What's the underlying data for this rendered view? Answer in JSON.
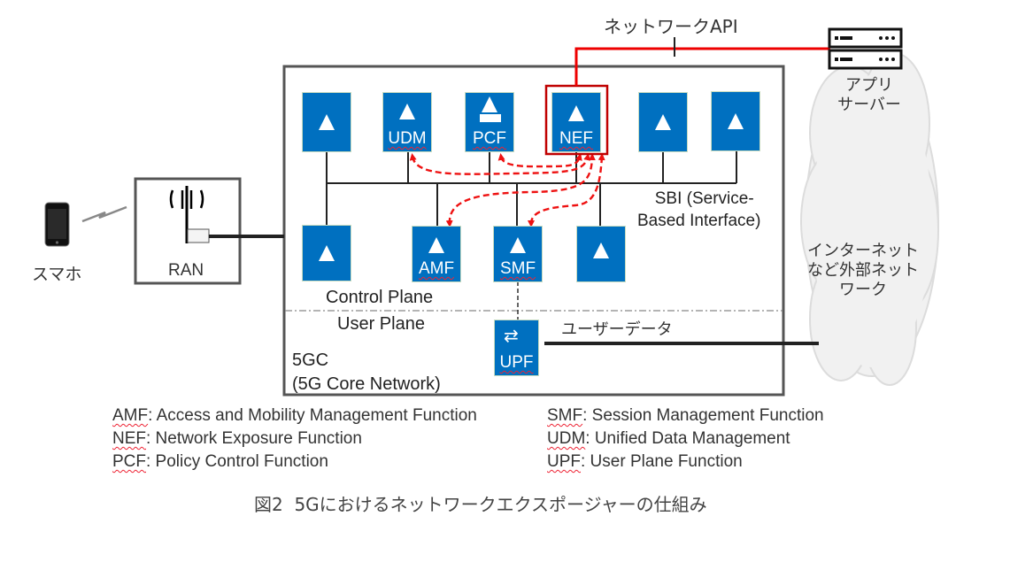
{
  "network_api_label": "ネットワークAPI",
  "app_server_label_line1": "アプリ",
  "app_server_label_line2": "サーバー",
  "external_network_line1": "インターネット",
  "external_network_line2": "など外部ネット",
  "external_network_line3": "ワーク",
  "smartphone_label": "スマホ",
  "ran_label": "RAN",
  "sbi_label_line1": "SBI (Service-",
  "sbi_label_line2": "Based Interface)",
  "control_plane_label": "Control Plane",
  "user_plane_label": "User Plane",
  "core_label_line1": "5GC",
  "core_label_line2": "(5G Core Network)",
  "user_data_label": "ユーザーデータ",
  "network_functions": {
    "udm": "UDM",
    "pcf": "PCF",
    "nef": "NEF",
    "amf": "AMF",
    "smf": "SMF",
    "upf": "UPF"
  },
  "legend": [
    {
      "abbr": "AMF",
      "desc": ": Access and Mobility Management Function"
    },
    {
      "abbr": "NEF",
      "desc": ": Network Exposure Function"
    },
    {
      "abbr": "PCF",
      "desc": ": Policy Control Function"
    },
    {
      "abbr": "SMF",
      "desc": ": Session Management Function"
    },
    {
      "abbr": "UDM",
      "desc": ": Unified Data Management"
    },
    {
      "abbr": "UPF",
      "desc": ": User Plane Function"
    }
  ],
  "caption": "図2  5Gにおけるネットワークエクスポージャーの仕組み",
  "colors": {
    "nf_blue": "#0070c0",
    "api_red": "#ee0000",
    "nef_highlight": "#c00000",
    "cloud_fill": "#f0f0f0"
  }
}
